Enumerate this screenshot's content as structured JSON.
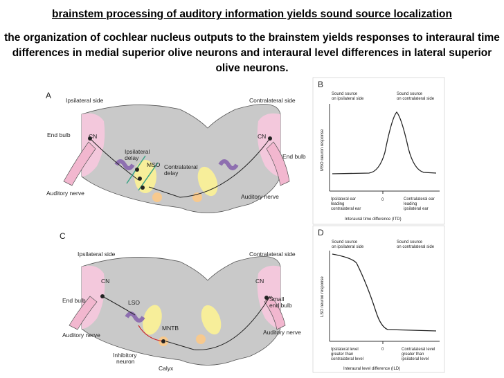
{
  "title": "brainstem processing of auditory information yields sound source localization",
  "subtitle": "the organization of cochlear nucleus outputs to the brainstem yields responses to interaural time differences in medial superior olive neurons and interaural level differences in lateral superior olive neurons.",
  "panel_a": {
    "letter": "A",
    "ipsilateral_side": "Ipsilateral side",
    "contralateral_side": "Contralateral side",
    "cn_left": "CN",
    "cn_right": "CN",
    "end_bulb_left": "End bulb",
    "end_bulb_right": "End bulb",
    "ipsilateral_delay_1": "Ipsilateral",
    "ipsilateral_delay_2": "delay",
    "mso": "MSO",
    "contralateral_delay_1": "Contralateral",
    "contralateral_delay_2": "delay",
    "auditory_nerve_left": "Auditory nerve",
    "auditory_nerve_right": "Auditory nerve"
  },
  "panel_c": {
    "letter": "C",
    "ipsilateral_side": "Ipsilateral side",
    "contralateral_side": "Contralateral side",
    "cn_left": "CN",
    "cn_right": "CN",
    "end_bulb": "End bulb",
    "small_end_bulb_1": "Small",
    "small_end_bulb_2": "end bulb",
    "lso": "LSO",
    "mntb": "MNTB",
    "auditory_nerve_left": "Auditory nerve",
    "auditory_nerve_right": "Auditory nerve",
    "inhibitory_neuron_1": "Inhibitory",
    "inhibitory_neuron_2": "neuron",
    "calyx": "Calyx"
  },
  "panel_b": {
    "letter": "B",
    "sound_ipsi_1": "Sound source",
    "sound_ipsi_2": "on ipsilateral side",
    "sound_contra_1": "Sound source",
    "sound_contra_2": "on contralateral side",
    "ylabel": "MSO neuron response",
    "xlabel": "Interaural time difference (ITD)",
    "zero": "0",
    "left_note_1": "Ipsilateral ear",
    "left_note_2": "leading",
    "left_note_3": "contralateral ear",
    "right_note_1": "Contralateral ear",
    "right_note_2": "leading",
    "right_note_3": "ipsilateral ear"
  },
  "panel_d": {
    "letter": "D",
    "sound_ipsi_1": "Sound source",
    "sound_ipsi_2": "on ipsilateral side",
    "sound_contra_1": "Sound source",
    "sound_contra_2": "on contralateral side",
    "ylabel": "LSO neuron response",
    "xlabel": "Interaural level difference (ILD)",
    "zero": "0",
    "left_note_1": "Ipsilateral level",
    "left_note_2": "greater than",
    "left_note_3": "contralateral level",
    "right_note_1": "Contralateral level",
    "right_note_2": "greater than",
    "right_note_3": "ipsilateral level"
  },
  "colors": {
    "brainstem": "#c9c9c9",
    "cochlear_nucleus": "#f3c8dc",
    "nerve": "#f2b7cf",
    "mso_lso": "#f7ee9a",
    "mntb": "#f7c98e",
    "neuron_purple": "#8e6fb0",
    "delay_line": "#3aa385",
    "inhibitory": "#cc2222"
  }
}
